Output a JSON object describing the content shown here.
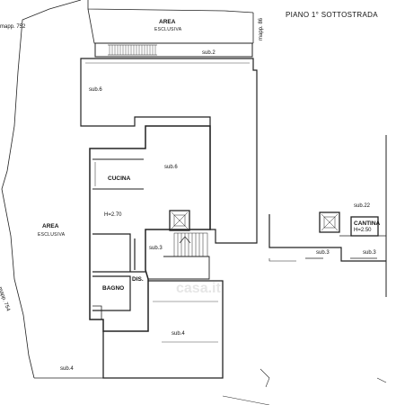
{
  "title": "PIANO 1° SOTTOSTRADA",
  "labels": {
    "mapp752": "mapp. 752",
    "mapp86": "mapp. 86",
    "mapp754": "mapp. 754",
    "area_top": "AREA",
    "esclusiva_top": "ESCLUSIVA",
    "area_left": "AREA",
    "esclusiva_left": "ESCLUSIVA",
    "sub2": "sub.2",
    "sub6_top": "sub.6",
    "sub6_mid": "sub.6",
    "cucina": "CUCINA",
    "height_main": "H=2.70",
    "sub3_left": "sub.3",
    "bagno": "BAGNO",
    "dis": "DIS.",
    "sub4_mid": "sub.4",
    "sub4_bottom": "sub.4",
    "sub22": "sub.22",
    "cantina": "CANTINA",
    "height_cantina": "H=2.50",
    "sub3_right1": "sub.3",
    "sub3_right2": "sub.3"
  },
  "watermark": "casa.it"
}
